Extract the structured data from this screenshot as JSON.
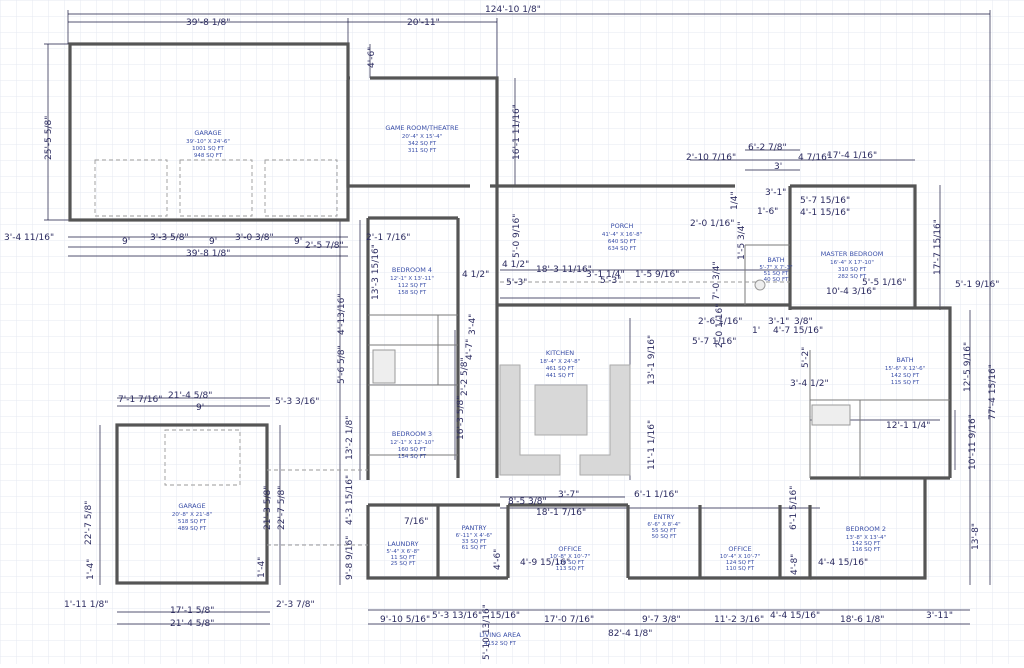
{
  "colors": {
    "grid": "#e6e8f2",
    "wall": "#555555",
    "dimension": "#2b2b60",
    "room_text": "#3a4fa8",
    "fixture": "#d8d8d8"
  },
  "rooms": {
    "garage": {
      "name": "GARAGE",
      "size": "39'-10\" X 24'-6\"",
      "area1": "1001 SQ FT",
      "area2": "948 SQ FT"
    },
    "game": {
      "name": "GAME ROOM/THEATRE",
      "size": "20'-4\" X 15'-4\"",
      "area1": "342 SQ FT",
      "area2": "311 SQ FT"
    },
    "porch": {
      "name": "PORCH",
      "size": "41'-4\" X 16'-8\"",
      "area1": "640 SQ FT",
      "area2": "634 SQ FT"
    },
    "bed4": {
      "name": "BEDROOM 4",
      "size": "12'-1\" X 13'-11\"",
      "area1": "112 SQ FT",
      "area2": "158 SQ FT"
    },
    "kitchen": {
      "name": "KITCHEN",
      "size": "18'-4\" X 24'-8\"",
      "area1": "461 SQ FT",
      "area2": "441 SQ FT"
    },
    "bath_small": {
      "name": "BATH",
      "size": "5'-7\" X 7'-3\"",
      "area1": "51 SQ FT",
      "area2": "40 SQ FT"
    },
    "master": {
      "name": "MASTER BEDROOM",
      "size": "16'-4\" X 17'-10\"",
      "area1": "310 SQ FT",
      "area2": "282 SQ FT"
    },
    "bath_master": {
      "name": "BATH",
      "size": "15'-6\" X 12'-6\"",
      "area1": "142 SQ FT",
      "area2": "115 SQ FT"
    },
    "bed3": {
      "name": "BEDROOM 3",
      "size": "12'-1\" X 12'-10\"",
      "area1": "160 SQ FT",
      "area2": "154 SQ FT"
    },
    "garage2": {
      "name": "GARAGE",
      "size": "20'-8\" X 21'-8\"",
      "area1": "518 SQ FT",
      "area2": "489 SQ FT"
    },
    "pantry": {
      "name": "PANTRY",
      "size": "6'-11\" X 4'-6\"",
      "area1": "33 SQ FT",
      "area2": "61 SQ FT"
    },
    "laundry": {
      "name": "LAUNDRY",
      "size": "5'-4\" X 6'-8\"",
      "area1": "11 SQ FT",
      "area2": "25 SQ FT"
    },
    "office1": {
      "name": "OFFICE",
      "size": "10'-8\" X 10'-7\"",
      "area1": "110 SQ FT",
      "area2": "113 SQ FT"
    },
    "entry": {
      "name": "ENTRY",
      "size": "6'-6\" X 8'-4\"",
      "area1": "55 SQ FT",
      "area2": "50 SQ FT"
    },
    "office2": {
      "name": "OFFICE",
      "size": "10'-4\" X 10'-7\"",
      "area1": "124 SQ FT",
      "area2": "110 SQ FT"
    },
    "bed2": {
      "name": "BEDROOM 2",
      "size": "13'-8\" X 13'-4\"",
      "area1": "142 SQ FT",
      "area2": "116 SQ FT"
    }
  },
  "living_area": {
    "label": "LIVING AREA",
    "value": "4152 SQ FT"
  },
  "dims": {
    "overall_top": "124'-10 1/8\"",
    "garage_top": "39'-8 1/8\"",
    "game_top": "20'-11\"",
    "d_4_6": "4'-6\"",
    "left_25": "25'-5 5/8\"",
    "game_161": "16'-1 11/16\"",
    "d_2_10": "2'-10 7/16\"",
    "d_6_2": "6'-2 7/8\"",
    "d_4_7": "4 7/16\"",
    "d_17_4": "17'-4 1/16\"",
    "d_3": "3'",
    "d_3_1": "3'-1\"",
    "d_5_7": "5'-7 15/16\"",
    "d_4_1": "4'-1 15/16\"",
    "d_1_6": "1'-6\"",
    "d_2_0": "2'-0 1/16\"",
    "d_1_5": "1'-5 3/4\"",
    "d_1_4": "1/4\"",
    "d_5_09": "5'-0 9/16\"",
    "r_17_7": "17'-7 15/16\"",
    "d_3_4_11": "3'-4 11/16\"",
    "d_9a": "9'",
    "d_3_3": "3'-3 5/8\"",
    "d_9b": "9'",
    "d_3_0": "3'-0 3/8\"",
    "d_9c": "9'",
    "d_2_5": "2'-5 7/8\"",
    "d_2_1": "2'-1 7/16\"",
    "garage_bot": "39'-8 1/8\"",
    "d_13_3": "13'-3 15/16\"",
    "d_4_12": "4 1/2\"",
    "d_4_12b": "4 1/2\"",
    "d_18_3": "18'-3 11/16\"",
    "d_3_1_14": "3'-1 1/4\"",
    "d_1_5_9": "1'-5 9/16\"",
    "d_7_0": "7'-0 3/4\"",
    "d_5_3": "5'-3\"",
    "d_5_3b": "5'-3\"",
    "d_5_5": "5'-5 1/16\"",
    "d_10_4": "10'-4 3/16\"",
    "d_5_1": "5'-1 9/16\"",
    "d_77_4": "77'-4 15/16\"",
    "d_3_4": "3'-4\"",
    "d_2_6": "2'-6 1/16\"",
    "d_2_0b": "2'-0 1/16\"",
    "d_1": "1'",
    "d_3_1b": "3'-1\"",
    "d_3_8": "3/8\"",
    "d_4_7b": "4'-7 15/16\"",
    "d_5_7b": "5'-7 1/16\"",
    "d_12_5": "12'-5 9/16\"",
    "d_5_2": "5'-2\"",
    "d_4_7c": "4'-7\"",
    "d_13_1": "13'-1 9/16\"",
    "d_5_6": "5'-6 5/8\"",
    "d_4_13": "4'-13/16\"",
    "d_2_2": "2'-2 5/8\"",
    "d_16_3": "16'-3 5/8\"",
    "d_3_4_12": "3'-4 1/2\"",
    "d_13_2": "13'-2 1/8\"",
    "d_11_1": "11'-1 1/16\"",
    "d_12_1": "12'-1 1/4\"",
    "d_10_11": "10'-11 9/16\"",
    "d_7_1": "7'-1 7/16\"",
    "d_21_4": "21'-4 5/8\"",
    "d_9d": "9'",
    "d_5_3_3": "5'-3 3/16\"",
    "d_8_5": "8'-5 3/8\"",
    "d_3_7": "3'-7\"",
    "d_6_1": "6'-1 1/16\"",
    "d_18_1": "18'-1 7/16\"",
    "d_22_7": "22'-7 5/8\"",
    "d_21_3": "21'-3 5/8\"",
    "d_22_7b": "22'-7 5/8\"",
    "d_4_3": "4'-3 15/16\"",
    "d_7_16": "7/16\"",
    "d_6_1b": "6'-1 5/16\"",
    "d_9_8": "9'-8 9/16\"",
    "d_1_4b": "1'-4\"",
    "d_1_4c": "1'-4\"",
    "d_4_6b": "4'-6\"",
    "d_4_9": "4'-9 15/16\"",
    "d_4_8": "4'-8\"",
    "d_4_4": "4'-4 15/16\"",
    "d_13_8": "13'-8\"",
    "d_1_11": "1'-11 1/8\"",
    "d_17_1": "17'-1 5/8\"",
    "d_2_3": "2'-3 7/8\"",
    "d_21_4b": "21'-4 5/8\"",
    "d_9_10": "9'-10 5/16\"",
    "d_5_3_13": "5'-3 13/16\"",
    "d_15_16": "15/16\"",
    "d_17_0": "17'-0 7/16\"",
    "d_9_7": "9'-7 3/8\"",
    "d_11_2": "11'-2 3/16\"",
    "d_4_4b": "4'-4 15/16\"",
    "d_18_6": "18'-6 1/8\"",
    "d_3_11": "3'-11\"",
    "d_82_4": "82'-4 1/8\"",
    "d_5_10": "5'-10 13/16\""
  }
}
